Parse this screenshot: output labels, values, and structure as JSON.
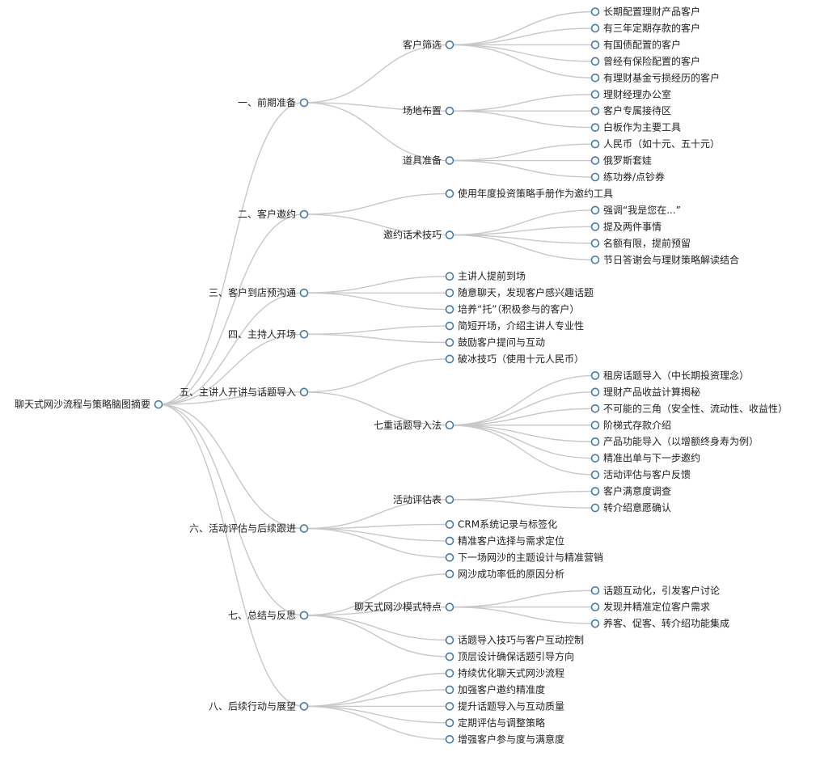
{
  "mindmap": {
    "colors": {
      "link": "#c8c8c8",
      "node_stroke": "#4a7ba8",
      "text": "#222222"
    },
    "root": {
      "label": "聊天式网沙流程与策略脑图摘要",
      "children": [
        {
          "label": "一、前期准备",
          "children": [
            {
              "label": "客户筛选",
              "children": [
                {
                  "label": "长期配置理财产品客户"
                },
                {
                  "label": "有三年定期存款的客户"
                },
                {
                  "label": "有国债配置的客户"
                },
                {
                  "label": "曾经有保险配置的客户"
                },
                {
                  "label": "有理财基金亏损经历的客户"
                }
              ]
            },
            {
              "label": "场地布置",
              "children": [
                {
                  "label": "理财经理办公室"
                },
                {
                  "label": "客户专属接待区"
                },
                {
                  "label": "白板作为主要工具"
                }
              ]
            },
            {
              "label": "道具准备",
              "children": [
                {
                  "label": "人民币（如十元、五十元）"
                },
                {
                  "label": "俄罗斯套娃"
                },
                {
                  "label": "练功券/点钞券"
                }
              ]
            }
          ]
        },
        {
          "label": "二、客户邀约",
          "children": [
            {
              "label": "使用年度投资策略手册作为邀约工具"
            },
            {
              "label": "邀约话术技巧",
              "children": [
                {
                  "label": "强调“我是您在...”"
                },
                {
                  "label": "提及两件事情"
                },
                {
                  "label": "名额有限，提前预留"
                },
                {
                  "label": "节日答谢会与理财策略解读结合"
                }
              ]
            }
          ]
        },
        {
          "label": "三、客户到店预沟通",
          "children": [
            {
              "label": "主讲人提前到场"
            },
            {
              "label": "随意聊天，发现客户感兴趣话题"
            },
            {
              "label": "培养“托”（积极参与的客户）"
            }
          ]
        },
        {
          "label": "四、主持人开场",
          "children": [
            {
              "label": "简短开场，介绍主讲人专业性"
            },
            {
              "label": "鼓励客户提问与互动"
            }
          ]
        },
        {
          "label": "五、主讲人开讲与话题导入",
          "children": [
            {
              "label": "破冰技巧（使用十元人民币）"
            },
            {
              "label": "七重话题导入法",
              "children": [
                {
                  "label": "租房话题导入（中长期投资理念）"
                },
                {
                  "label": "理财产品收益计算揭秘"
                },
                {
                  "label": "不可能的三角（安全性、流动性、收益性）"
                },
                {
                  "label": "阶梯式存款介绍"
                },
                {
                  "label": "产品功能导入（以增额终身寿为例）"
                },
                {
                  "label": "精准出单与下一步邀约"
                },
                {
                  "label": "活动评估与客户反馈"
                }
              ]
            }
          ]
        },
        {
          "label": "六、活动评估与后续跟进",
          "children": [
            {
              "label": "活动评估表",
              "children": [
                {
                  "label": "客户满意度调查"
                },
                {
                  "label": "转介绍意愿确认"
                }
              ]
            },
            {
              "label": "CRM系统记录与标签化"
            },
            {
              "label": "精准客户选择与需求定位"
            },
            {
              "label": "下一场网沙的主题设计与精准营销"
            }
          ]
        },
        {
          "label": "七、总结与反思",
          "children": [
            {
              "label": "网沙成功率低的原因分析"
            },
            {
              "label": "聊天式网沙模式特点",
              "children": [
                {
                  "label": "话题互动化，引发客户讨论"
                },
                {
                  "label": "发现并精准定位客户需求"
                },
                {
                  "label": "养客、促客、转介绍功能集成"
                }
              ]
            },
            {
              "label": "话题导入技巧与客户互动控制"
            },
            {
              "label": "顶层设计确保话题引导方向"
            }
          ]
        },
        {
          "label": "八、后续行动与展望",
          "children": [
            {
              "label": "持续优化聊天式网沙流程"
            },
            {
              "label": "加强客户邀约精准度"
            },
            {
              "label": "提升话题导入与互动质量"
            },
            {
              "label": "定期评估与调整策略"
            },
            {
              "label": "增强客户参与度与满意度"
            }
          ]
        }
      ]
    }
  }
}
